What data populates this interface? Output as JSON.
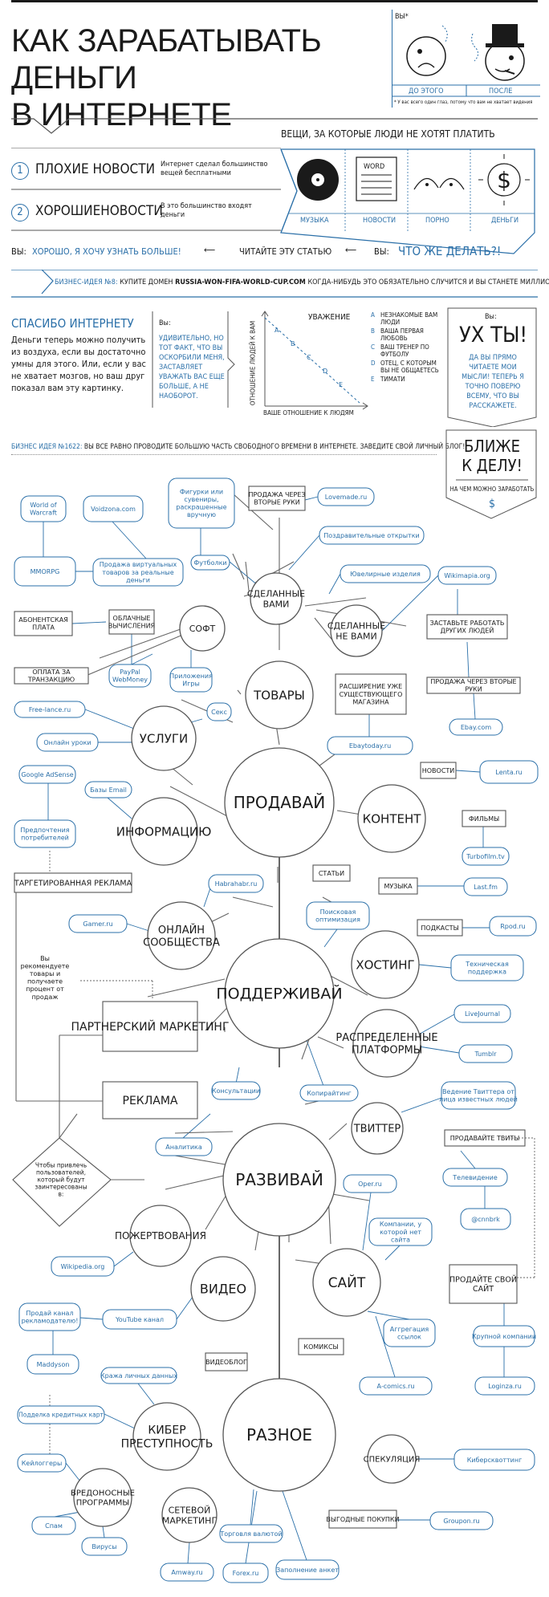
{
  "header": {
    "title_line1": "КАК ЗАРАБАТЫВАТЬ ДЕНЬГИ",
    "title_line2": "В ИНТЕРНЕТЕ",
    "you_label": "ВЫ*",
    "before_label": "ДО ЭТОГО",
    "after_label": "ПОСЛЕ",
    "footnote": "* У вас всего один глаз, потому что вам не хватает видения"
  },
  "news": {
    "section_title": "ВЕЩИ, ЗА КОТОРЫЕ ЛЮДИ НЕ ХОТЯТ ПЛАТИТЬ",
    "bad_num": "1",
    "bad_title": "ПЛОХИЕ НОВОСТИ",
    "bad_text": "Интернет сделал большинство вещей бесплатными",
    "good_num": "2",
    "good_title": "ХОРОШИЕНОВОСТИ",
    "good_text": "В это большинство входят деньги",
    "items": [
      "МУЗЫКА",
      "НОВОСТИ",
      "ПОРНО",
      "ДЕНЬГИ"
    ],
    "word_icon": "WORD"
  },
  "dialog": {
    "you1": "ВЫ:",
    "you1_text": "ХОРОШО, Я ХОЧУ УЗНАТЬ БОЛЬШЕ!",
    "middle": "ЧИТАЙТЕ ЭТУ СТАТЬЮ",
    "you2": "ВЫ:",
    "you2_text": "ЧТО ЖЕ ДЕЛАТЬ?!"
  },
  "biz8": {
    "label": "БИЗНЕС-ИДЕЯ №8:",
    "text1": "КУПИТЕ ДОМЕН",
    "domain": "RUSSIA-WON-FIFA-WORLD-CUP.COM",
    "text2": "КОГДА-НИБУДЬ ЭТО ОБЯЗАТЕЛЬНО СЛУЧИТСЯ И ВЫ СТАНЕТЕ МИЛЛИОНЕРОМ!"
  },
  "thanks": {
    "title": "СПАСИБО ИНТЕРНЕТУ",
    "body": "Деньги теперь можно получить из воздуха, если вы достаточно умны для этого. Или, если у вас не хватает мозгов, но ваш друг показал вам эту картинку.",
    "you": "Вы:",
    "you_text": "УДИВИТЕЛЬНО, НО ТОТ ФАКТ, ЧТО ВЫ ОСКОРБИЛИ МЕНЯ, ЗАСТАВЛЯЕТ УВАЖАТЬ ВАС ЕЩЕ БОЛЬШЕ, А НЕ НАОБОРОТ.",
    "chart_title": "УВАЖЕНИЕ",
    "chart_ylabel": "ОТНОШЕНИЕ ЛЮДЕЙ К ВАМ",
    "chart_xlabel": "ВАШЕ ОТНОШЕНИЕ К ЛЮДЯМ",
    "legend": [
      {
        "key": "A",
        "text": "НЕЗНАКОМЫЕ ВАМ ЛЮДИ"
      },
      {
        "key": "B",
        "text": "ВАША ПЕРВАЯ ЛЮБОВЬ"
      },
      {
        "key": "C",
        "text": "ВАШ ТРЕНЕР ПО ФУТБОЛУ"
      },
      {
        "key": "D",
        "text": "ОТЕЦ, С КОТОРЫМ ВЫ НЕ ОБЩАЕТЕСЬ"
      },
      {
        "key": "E",
        "text": "ТИМАТИ"
      }
    ],
    "wow_you": "Вы:",
    "wow": "УХ ТЫ!",
    "wow_text": "ДА ВЫ ПРЯМО ЧИТАЕТЕ МОИ МЫСЛИ! ТЕПЕРЬ Я ТОЧНО ПОВЕРЮ ВСЕМУ, ЧТО ВЫ РАССКАЖЕТЕ."
  },
  "biz1622": {
    "label": "БИЗНЕС ИДЕЯ №1622:",
    "text": "ВЫ ВСЕ РАВНО ПРОВОДИТЕ БОЛЬШУЮ ЧАСТЬ СВОБОДНОГО ВРЕМЕНИ В ИНТЕРНЕТЕ. ЗАВЕДИТЕ СВОЙ ЛИЧНЫЙ БЛОГ!"
  },
  "closer": {
    "line1": "БЛИЖЕ",
    "line2": "К ДЕЛУ!",
    "sub": "НА ЧЕМ МОЖНО ЗАРАБОТАТЬ",
    "sign": "$"
  },
  "map": {
    "big": {
      "sell": "ПРОДАВАЙ",
      "support": "ПОДДЕРЖИВАЙ",
      "develop": "РАЗВИВАЙ",
      "misc": "РАЗНОЕ"
    },
    "mid": {
      "goods": "ТОВАРЫ",
      "services": "УСЛУГИ",
      "info": "ИНФОРМАЦИЮ",
      "content": "КОНТЕНТ",
      "handmade": "СДЕЛАННЫЕ ВАМИ",
      "notyours": "СДЕЛАННЫЕ НЕ ВАМИ",
      "soft": "СОФТ",
      "communities": "ОНЛАЙН СООБЩЕСТВА",
      "hosting": "ХОСТИНГ",
      "platforms": "РАСПРЕДЕЛЕННЫЕ ПЛАТФОРМЫ",
      "twitter": "ТВИТТЕР",
      "site": "САЙТ",
      "video": "ВИДЕО",
      "donations": "ПОЖЕРТВОВАНИЯ",
      "cyber": "КИБЕР ПРЕСТУПНОСТЬ",
      "malware": "ВРЕДОНОСНЫЕ ПРОГРАММЫ",
      "netmarketing": "СЕТЕВОЙ МАРКЕТИНГ",
      "speculation": "СПЕКУЛЯЦИЯ"
    },
    "boxes": {
      "secondhand_top": "ПРОДАЖА ЧЕРЕЗ ВТОРЫЕ РУКИ",
      "subscription": "АБОНЕНТСКАЯ ПЛАТА",
      "cloud": "ОБЛАЧНЫЕ ВЫЧИСЛЕНИЯ",
      "pertx": "ОПЛАТА ЗА ТРАНЗАКЦИЮ",
      "make_others": "ЗАСТАВЬТЕ РАБОТАТЬ ДРУГИХ ЛЮДЕЙ",
      "expand": "РАСШИРЕНИЕ УЖЕ СУЩЕСТВУЮЩЕГО МАГАЗИНА",
      "secondhand2": "ПРОДАЖА ЧЕРЕЗ ВТОРЫЕ РУКИ",
      "news": "НОВОСТИ",
      "films": "ФИЛЬМЫ",
      "articles": "СТАТЬИ",
      "music": "МУЗЫКА",
      "podcasts": "ПОДКАСТЫ",
      "targeted": "ТАРГЕТИРОВАННАЯ РЕКЛАМА",
      "affiliate": "ПАРТНЕРСКИЙ МАРКЕТИНГ",
      "ads": "РЕКЛАМА",
      "sell_tweets": "ПРОДАВАЙТЕ ТВИТЫ",
      "sell_site": "ПРОДАЙТЕ СВОЙ САЙТ",
      "comics": "КОМИКСЫ",
      "videoblog": "ВИДЕОБЛОГ",
      "deals": "ВЫГОДНЫЕ ПОКУПКИ"
    },
    "texts": {
      "recommend": "Вы рекомендуете товары и получаете процент от продаж",
      "attract": "Чтобы привлечь пользователей, который будут заинтересованы в:"
    },
    "pills": {
      "wow": "World of Warcraft",
      "voidzona": "Voidzona.com",
      "figures": "Фигурки или сувениры, раскрашенные вручную",
      "lovemade": "Lovemade.ru",
      "greetings": "Поздравительные открытки",
      "mmorpg": "MMORPG",
      "virtual": "Продажа виртуальных товаров за реальные деньги",
      "tshirts": "Футболки",
      "jewelry": "Ювелирные изделия",
      "wikimapia": "Wikimapia.org",
      "paypal": "PayPal WebMoney",
      "apps": "Приложения Игры",
      "ebay": "Ebay.com",
      "ebaytoday": "Ebaytoday.ru",
      "freelance": "Free-lance.ru",
      "sex": "Секс",
      "lessons": "Онлайн уроки",
      "adsense": "Google AdSense",
      "emails": "Базы Email",
      "lenta": "Lenta.ru",
      "prefs": "Предпочтения потребителей",
      "turbofilm": "Turbofilm.tv",
      "lastfm": "Last.fm",
      "habr": "Habrahabr.ru",
      "rpod": "Rpod.ru",
      "gameru": "Gamer.ru",
      "seo": "Поисковая оптимизация",
      "techsupport": "Техническая поддержка",
      "livejournal": "LiveJournal",
      "tumblr": "Tumblr",
      "consult": "Консультации",
      "copywriting": "Копирайтинг",
      "celebtwitter": "Ведение Твиттера от лица известных людей",
      "analytics": "Аналитика",
      "tv": "Телевидение",
      "openru": "Oper.ru",
      "cnnbrk": "@cnnbrk",
      "companies": "Компании, у которой нет сайта",
      "wikipedia": "Wikipedia.org",
      "youtube": "YouTube канал",
      "sellchannel": "Продай канал рекламодателю!",
      "aggregation": "Аггрегация ссылок",
      "bigco": "Крупной компании",
      "maddyson": "Maddyson",
      "acomics": "A-comics.ru",
      "loginza": "Loginza.ru",
      "theft": "Кража личных данных",
      "cardfraud": "Подделка кредитных карт",
      "keyloggers": "Кейлоггеры",
      "cybersquat": "Киберсквоттинг",
      "spam": "Спам",
      "viruses": "Вирусы",
      "forex_trade": "Торговля валютой",
      "groupon": "Groupon.ru",
      "amway": "Amway.ru",
      "forexru": "Forex.ru",
      "surveys": "Заполнение анкет"
    }
  },
  "colors": {
    "accent": "#2a6fa8",
    "ink": "#1a1a1a",
    "line": "#555555"
  },
  "icons": [
    "dollar-icon",
    "vinyl-record-icon",
    "newspaper-icon",
    "top-hat-icon"
  ]
}
